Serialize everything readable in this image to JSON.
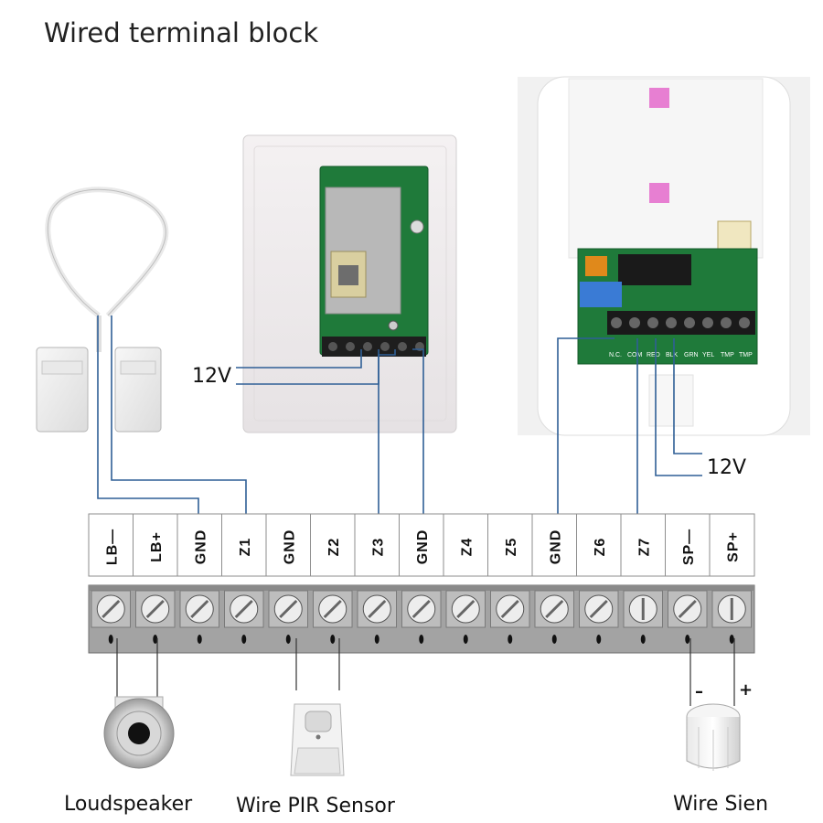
{
  "title": "Wired terminal block",
  "terminals": [
    "LB—",
    "LB+",
    "GND",
    "Z1",
    "GND",
    "Z2",
    "Z3",
    "GND",
    "Z4",
    "Z5",
    "GND",
    "Z6",
    "Z7",
    "SP—",
    "SP+"
  ],
  "voltage_labels": {
    "pir_board": "12V",
    "curtain_board": "12V"
  },
  "pcb_terminal_labels": [
    "N.C.",
    "COM",
    "RED",
    "BLK",
    "GRN",
    "YEL",
    "TMP",
    "TMP"
  ],
  "siren_polarity": {
    "minus": "–",
    "plus": "+"
  },
  "devices": {
    "loudspeaker": "Loudspeaker",
    "pir_sensor": "Wire PIR Sensor",
    "siren": "Wire Sien"
  },
  "icons": [
    "door-magnet-icon",
    "pir-board-icon",
    "curtain-detector-icon",
    "loudspeaker-icon",
    "pir-sensor-icon",
    "siren-icon",
    "screw-terminal-icon"
  ],
  "colors": {
    "wire": "#2f5f96",
    "pcb": "#1f7a3a",
    "terminal_block": "#9a9a9a"
  }
}
